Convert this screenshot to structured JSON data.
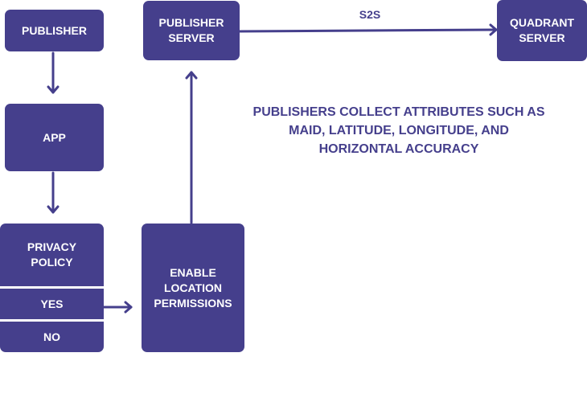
{
  "colors": {
    "primary": "#453f8c",
    "text_on_primary": "#ffffff",
    "background": "#ffffff"
  },
  "nodes": {
    "publisher": "PUBLISHER",
    "app": "APP",
    "privacy_policy": "PRIVACY\nPOLICY",
    "yes": "YES",
    "no": "NO",
    "enable_location_permissions": "ENABLE\nLOCATION\nPERMISSIONS",
    "publisher_server": "PUBLISHER\nSERVER",
    "quadrant_server": "QUADRANT\nSERVER"
  },
  "edge_labels": {
    "s2s": "S2S"
  },
  "note": "PUBLISHERS COLLECT ATTRIBUTES SUCH AS\nMAID, LATITUDE, LONGITUDE, AND\nHORIZONTAL ACCURACY"
}
